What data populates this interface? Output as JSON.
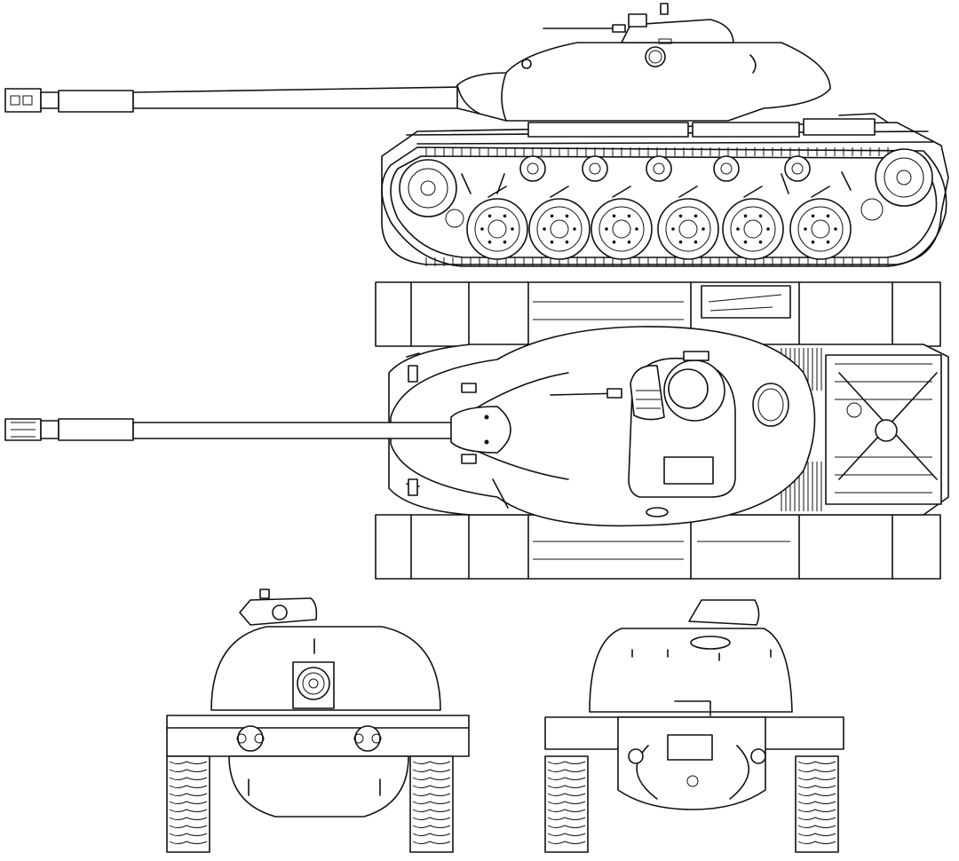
{
  "drawing": {
    "line_color": "#111111",
    "background": "#ffffff",
    "views": [
      "side-view",
      "top-view",
      "front-view",
      "rear-view"
    ]
  }
}
